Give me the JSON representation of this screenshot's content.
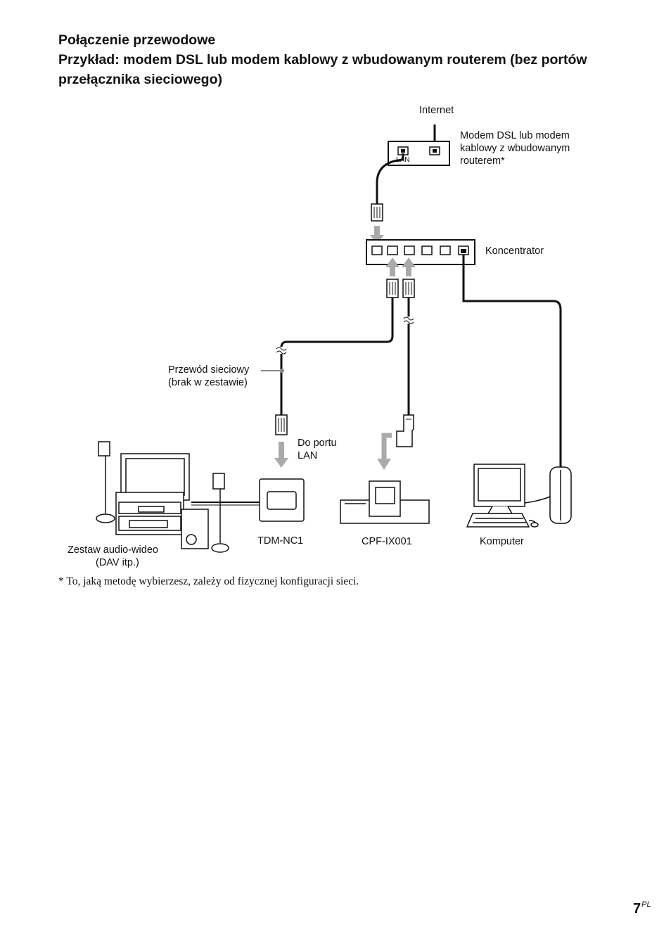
{
  "heading": {
    "line1": "Połączenie przewodowe",
    "line2": "Przykład: modem DSL lub modem kablowy z wbudowanym routerem (bez portów",
    "line3": "przełącznika sieciowego)"
  },
  "diagram": {
    "internet": "Internet",
    "modem_line1": "Modem DSL lub modem",
    "modem_line2": "kablowy z wbudowanym",
    "modem_line3": "routerem*",
    "modem_port": "LAN",
    "hub": "Koncentrator",
    "cable_line1": "Przewód sieciowy",
    "cable_line2": "(brak w zestawie)",
    "port_line1": "Do portu",
    "port_line2": "LAN",
    "av_line1": "Zestaw audio-wideo",
    "av_line2": "(DAV itp.)",
    "tdm": "TDM-NC1",
    "cpf": "CPF-IX001",
    "computer": "Komputer"
  },
  "footnote": "* To, jaką metodę wybierzesz, zależy od fizycznej konfiguracji sieci.",
  "page": {
    "number": "7",
    "suffix": "PL"
  }
}
